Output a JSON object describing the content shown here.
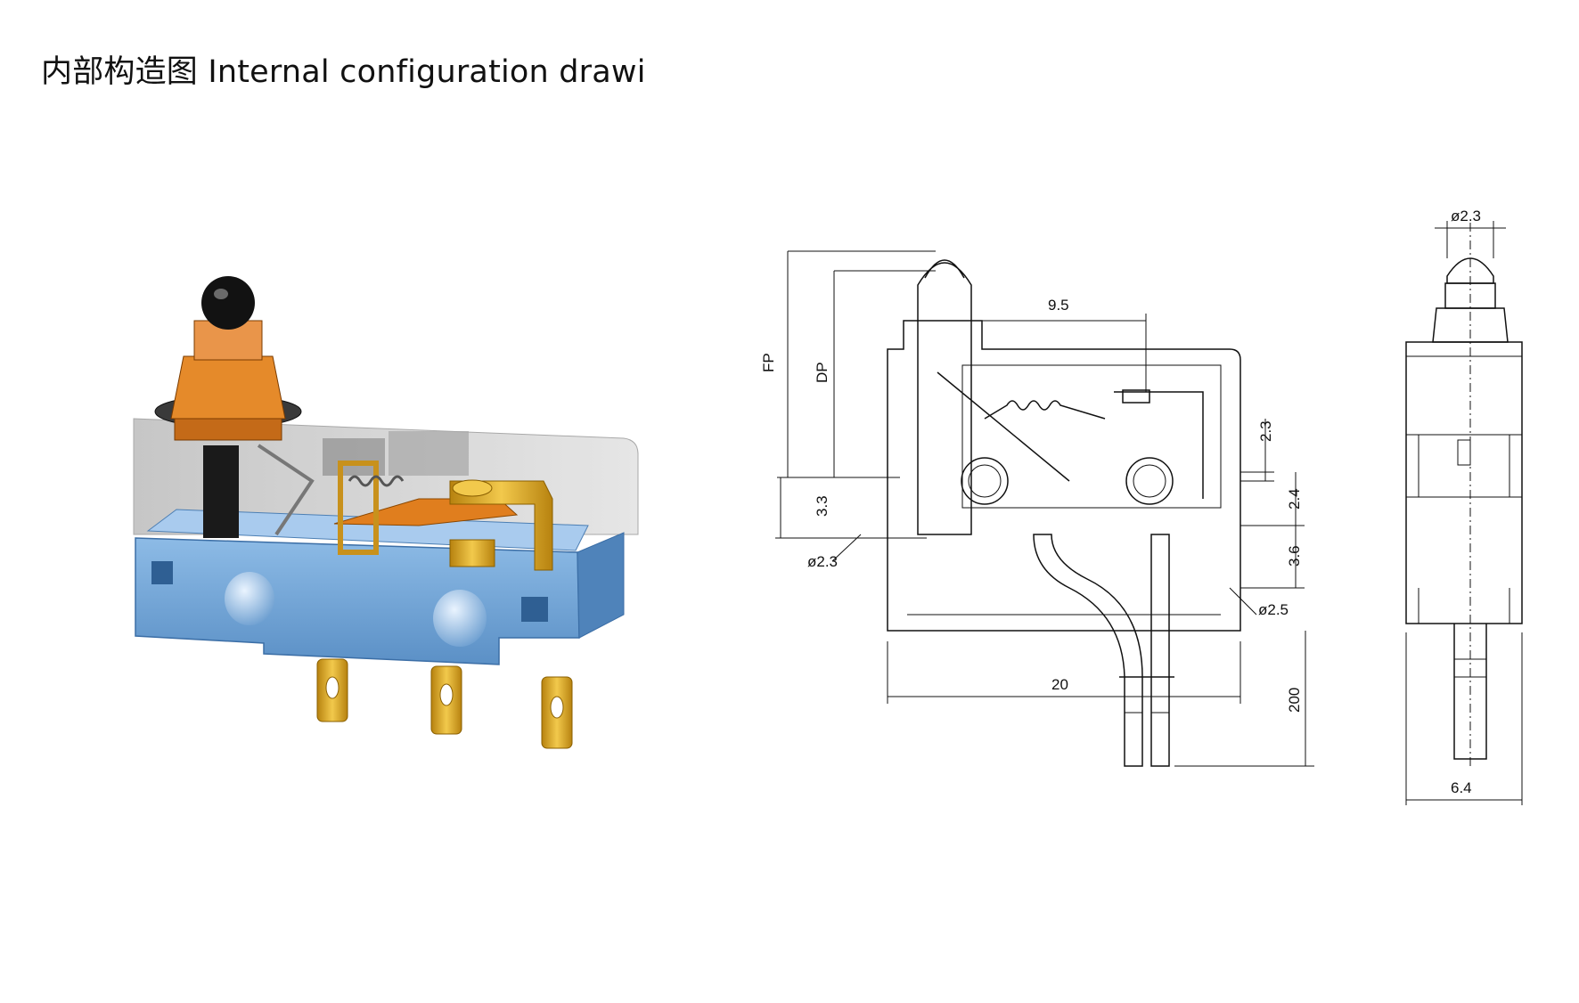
{
  "title": "内部构造图 Internal configuration drawi",
  "dimensions": {
    "fp": "FP",
    "dp": "DP",
    "d_9_5": "9.5",
    "d_2_3_right": "2.3",
    "d_2_4": "2.4",
    "d_3_3": "3.3",
    "d_3_6": "3.6",
    "dia_2_3_left": "ø2.3",
    "dia_2_5": "ø2.5",
    "d_20": "20",
    "d_200": "200",
    "dia_2_3_top": "ø2.3",
    "d_6_4": "6.4"
  },
  "colors": {
    "body_blue": "#6fa4d6",
    "plunger_orange": "#e58a2a",
    "terminal_gold": "#d8a42a",
    "cover_grey": "#c9c9c9"
  }
}
